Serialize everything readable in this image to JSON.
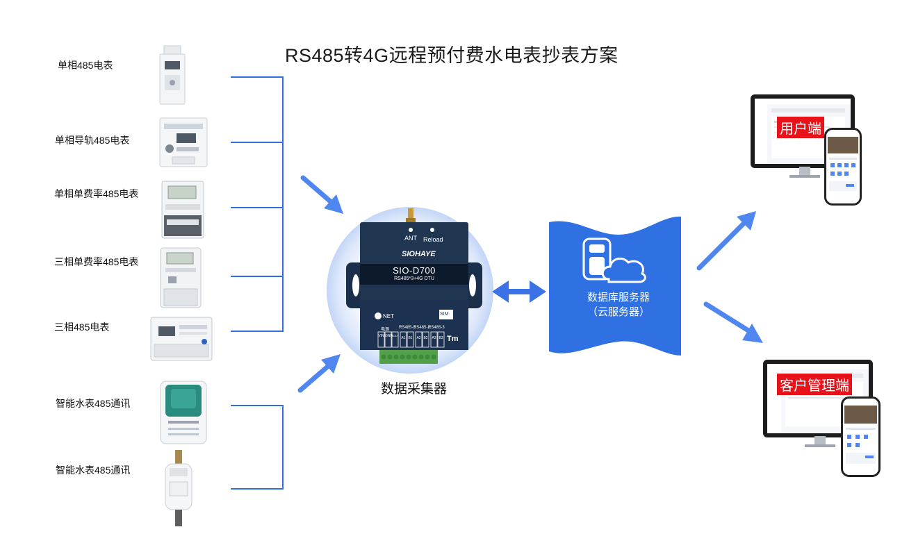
{
  "title": "RS485转4G远程预付费水电表抄表方案",
  "meters": [
    {
      "label": "单相485电表"
    },
    {
      "label": "单相导轨485电表"
    },
    {
      "label": "单相单费率485电表"
    },
    {
      "label": "三相单费率485电表"
    },
    {
      "label": "三相485电表"
    },
    {
      "label": "智能水表485通讯"
    },
    {
      "label": "智能水表485通讯"
    }
  ],
  "dtu": {
    "caption": "数据采集器",
    "brand": "SIOHAYE",
    "model": "SIO-D700",
    "subtitle": "RS485*3+4G DTU",
    "ant": "ANT",
    "reload": "Reload",
    "net": "NET",
    "sim": "SIM",
    "power": "电源",
    "rs1": "RS485-1",
    "rs2": "RS485-2",
    "rs3": "RS485-3",
    "pins": [
      "VIN",
      "GND",
      "VOUT",
      "A1",
      "B1",
      "A2",
      "B2",
      "A3",
      "B3"
    ],
    "tm": "Tm"
  },
  "cloud": {
    "line1": "数据库服务器",
    "line2": "（云服务器）"
  },
  "user_terminal": {
    "label": "用户端"
  },
  "admin_terminal": {
    "label": "客户管理端"
  },
  "colors": {
    "accent": "#2f6fe0",
    "arrow": "#4f86f0",
    "cloud": "#2f70e3",
    "badge": "#e8121b",
    "device": "#1f3550"
  }
}
